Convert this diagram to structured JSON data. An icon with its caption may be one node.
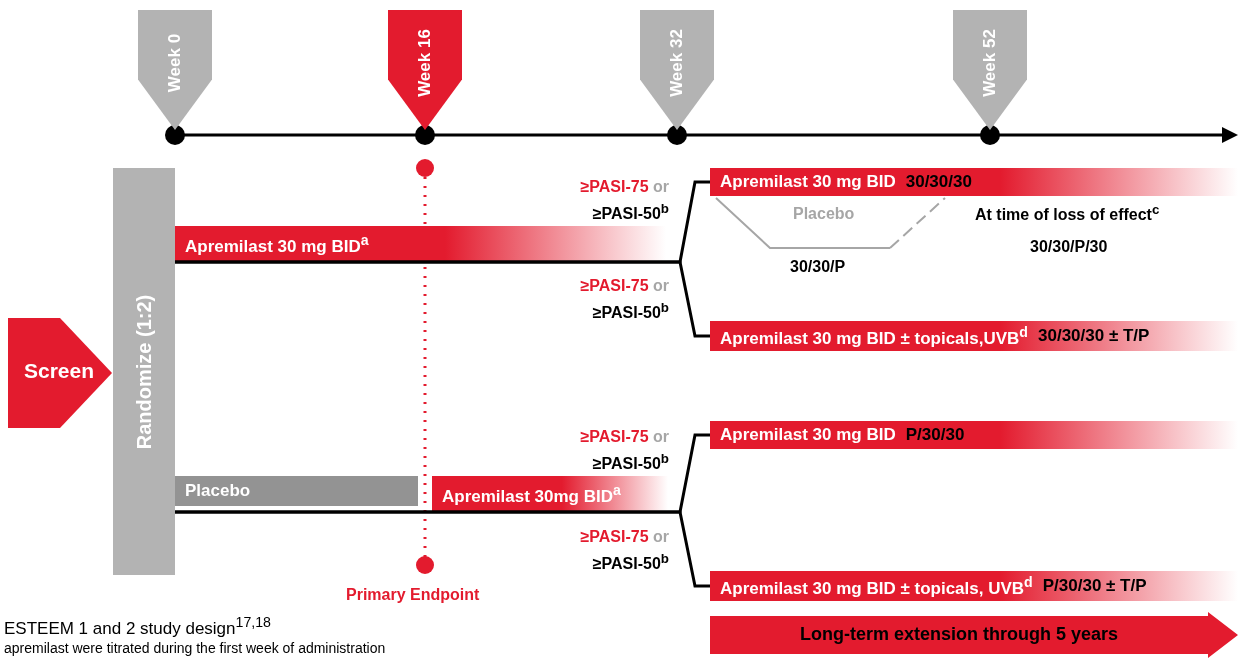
{
  "diagram": {
    "caption": "ESTEEM 1 and 2 study design$^{17,18}$",
    "nodes": [
      {
        "text": [
          "Week 0"
        ]
      },
      {
        "text": [
          "Week 16"
        ]
      },
      {
        "text": [
          "Week 32"
        ]
      },
      {
        "text": [
          "Week 52"
        ]
      },
      {
        "text": [
          "Screen"
        ]
      },
      {
        "text": [
          "Randomize (1:2)"
        ]
      },
      {
        "text": [
          "Apremilast 30 mg BID$^{a}$"
        ]
      },
      {
        "text": [
          "Placebo"
        ]
      },
      {
        "text": [
          "Apremilast 30mg BID$^{a}$"
        ]
      },
      {
        "text": [
          "Apremilast 30 mg BID",
          "30/30/30"
        ]
      },
      {
        "text": [
          "Apremilast 30 mg BID ± topicals,UVB$^{d}$",
          "30/30/30 ± T/P"
        ]
      },
      {
        "text": [
          "Apremilast 30 mg BID",
          "P/30/30"
        ]
      },
      {
        "text": [
          "Apremilast 30 mg BID ± topicals, UVB$^{d}$",
          "P/30/30 ± T/P"
        ]
      },
      {
        "text": [
          "Long-term extension through 5 years"
        ]
      }
    ],
    "edges": [
      {
        "from": 5,
        "to": 9,
        "arrow": "none",
        "label": "≥PASI-75 or ≥PASI-50$^{b}$"
      },
      {
        "from": 5,
        "to": 10,
        "arrow": "none",
        "label": "≥PASI-75 or ≥PASI-50$^{b}$"
      },
      {
        "from": 5,
        "to": 11,
        "arrow": "none",
        "label": "≥PASI-75 or ≥PASI-50$^{b}$"
      },
      {
        "from": 5,
        "to": 12,
        "arrow": "none",
        "label": "≥PASI-75 or ≥PASI-50$^{b}$"
      }
    ],
    "labels": [
      "Placebo",
      "30/30/P",
      "At time of loss of effect$^{c}$",
      "30/30/P/30",
      "Primary Endpoint",
      "apremilast were titrated during the first week of administration"
    ]
  }
}
